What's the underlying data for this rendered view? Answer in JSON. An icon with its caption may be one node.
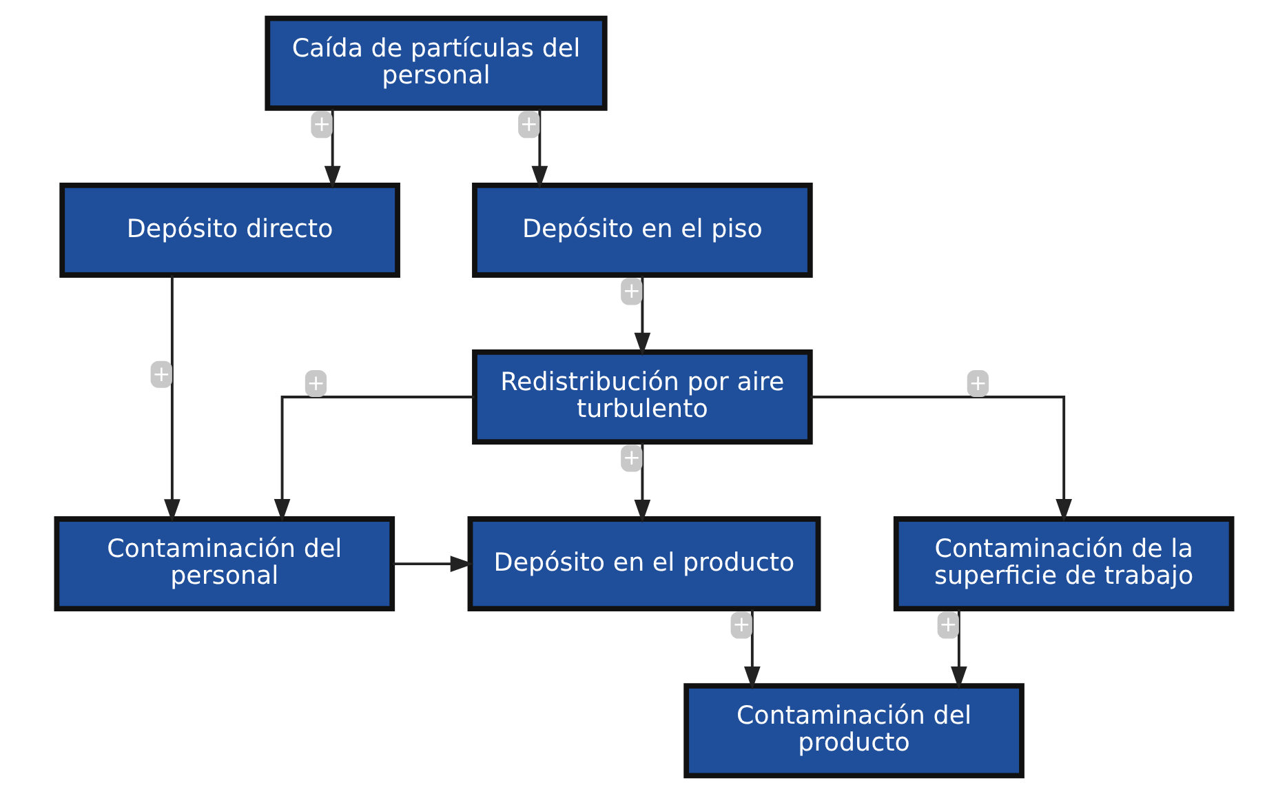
{
  "diagram": {
    "nodes": [
      {
        "text": [
          "Caída de partículas del personal"
        ]
      },
      {
        "text": [
          "Depósito directo"
        ]
      },
      {
        "text": [
          "Depósito en el piso"
        ]
      },
      {
        "text": [
          "Redistribución por aire turbulento"
        ]
      },
      {
        "text": [
          "Contaminación del personal"
        ]
      },
      {
        "text": [
          "Depósito en el producto"
        ]
      },
      {
        "text": [
          "Contaminación de la superficie de trabajo"
        ]
      },
      {
        "text": [
          "Contaminación del producto"
        ]
      }
    ],
    "edges": [
      {
        "from": 0,
        "to": 1,
        "arrow": "to",
        "label": "+"
      },
      {
        "from": 0,
        "to": 2,
        "arrow": "to",
        "label": "+"
      },
      {
        "from": 1,
        "to": 4,
        "arrow": "to",
        "label": "+"
      },
      {
        "from": 2,
        "to": 3,
        "arrow": "to",
        "label": "+"
      },
      {
        "from": 3,
        "to": 4,
        "arrow": "to",
        "label": "+"
      },
      {
        "from": 3,
        "to": 5,
        "arrow": "to",
        "label": "+"
      },
      {
        "from": 3,
        "to": 6,
        "arrow": "to",
        "label": "+"
      },
      {
        "from": 4,
        "to": 5,
        "arrow": "to"
      },
      {
        "from": 5,
        "to": 7,
        "arrow": "to",
        "label": "+"
      },
      {
        "from": 6,
        "to": 7,
        "arrow": "to",
        "label": "+"
      }
    ]
  }
}
